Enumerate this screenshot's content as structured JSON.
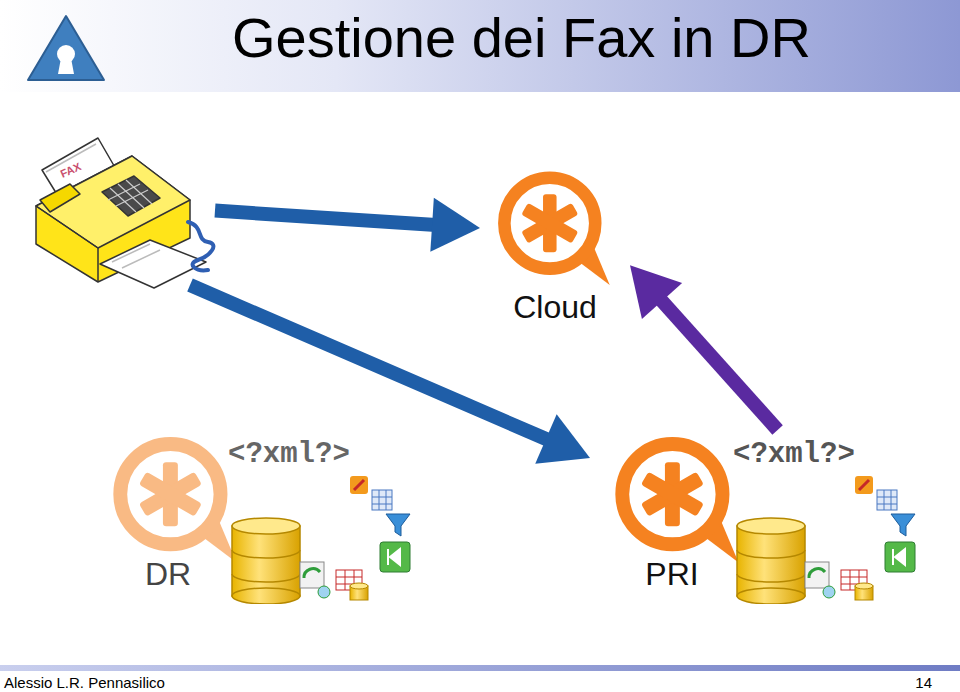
{
  "diagram": {
    "title": "Gestione dei Fax in DR",
    "nodes": [
      {
        "text": [
          "FAX"
        ]
      },
      {
        "text": [
          "Cloud"
        ]
      },
      {
        "text": [
          "<?xml?>",
          "DR"
        ]
      },
      {
        "text": [
          "<?xml?>",
          "PRI"
        ]
      }
    ],
    "edges": [
      {
        "from": 0,
        "to": 1,
        "arrow": "to"
      },
      {
        "from": 0,
        "to": 3,
        "arrow": "to"
      },
      {
        "from": 3,
        "to": 1,
        "arrow": "to"
      }
    ],
    "labels": [
      "Alessio L.R. Pennasilico",
      "14"
    ]
  }
}
